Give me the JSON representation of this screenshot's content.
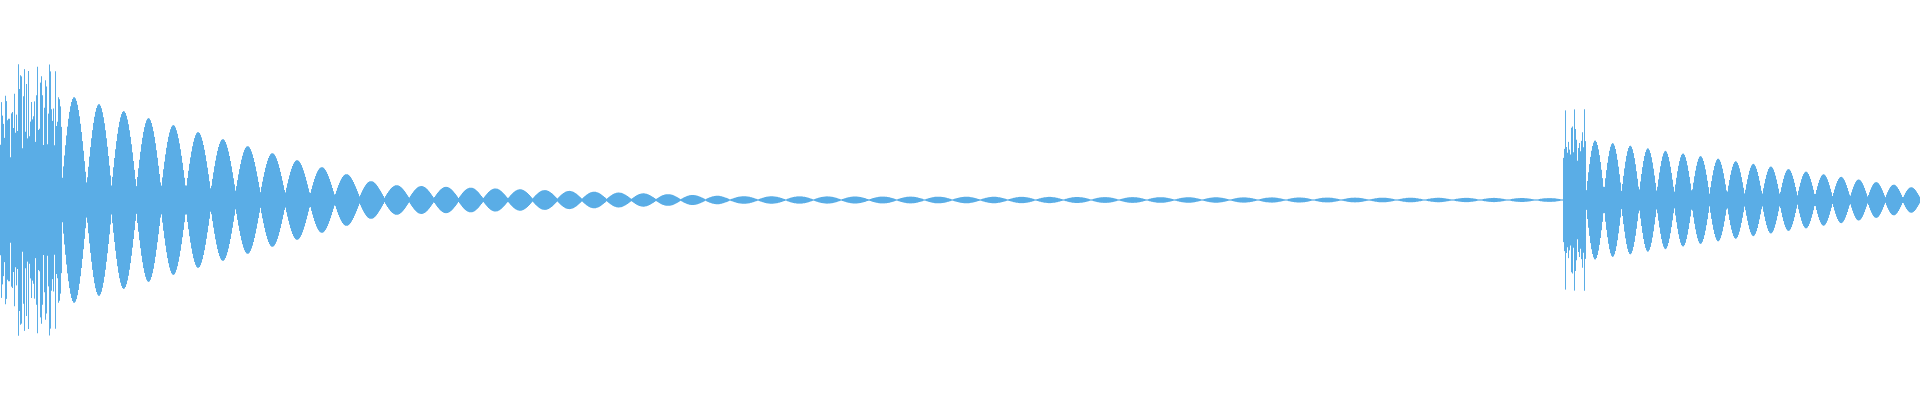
{
  "waveform": {
    "color": "#5aade6",
    "background": "#ffffff",
    "segments": [
      {
        "start": 0.0,
        "end": 0.008,
        "type": "transient",
        "amp": 0.62
      },
      {
        "start": 0.008,
        "end": 0.032,
        "type": "chaotic",
        "amp": 0.72
      },
      {
        "start": 0.032,
        "end": 0.2,
        "type": "tone",
        "cycles": 13,
        "amp_start": 0.56,
        "amp_end": 0.08
      },
      {
        "start": 0.2,
        "end": 0.38,
        "type": "tone",
        "cycles": 14,
        "amp_start": 0.08,
        "amp_end": 0.02
      },
      {
        "start": 0.38,
        "end": 0.814,
        "type": "tone",
        "cycles": 30,
        "amp_start": 0.02,
        "amp_end": 0.01
      },
      {
        "start": 0.814,
        "end": 0.826,
        "type": "chaotic",
        "amp": 0.48
      },
      {
        "start": 0.826,
        "end": 1.0,
        "type": "tone",
        "cycles": 19,
        "amp_start": 0.32,
        "amp_end": 0.06
      }
    ]
  }
}
